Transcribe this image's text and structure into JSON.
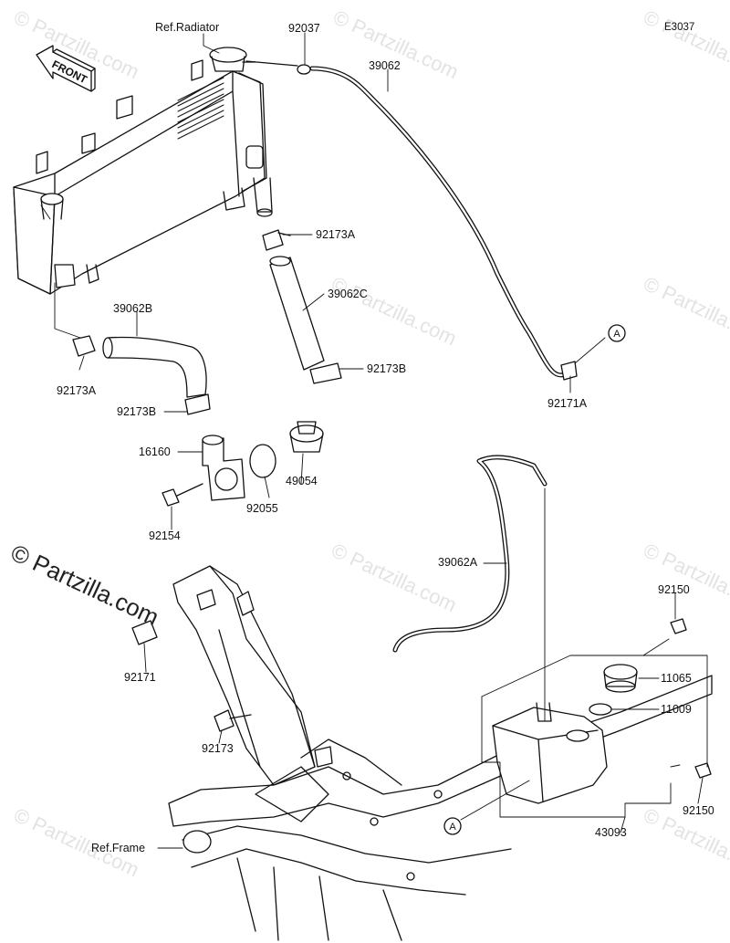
{
  "diagram": {
    "code": "E3037",
    "watermark": "© Partzilla.com",
    "front_label": "FRONT",
    "ref_labels": {
      "radiator": "Ref.Radiator",
      "frame": "Ref.Frame"
    },
    "callout_marker": "A",
    "part_labels": {
      "p92037": "92037",
      "p39062": "39062",
      "p92173A_top": "92173A",
      "p39062C": "39062C",
      "p92173B_right": "92173B",
      "p92171A": "92171A",
      "p39062B": "39062B",
      "p92173A_left": "92173A",
      "p92173B_left": "92173B",
      "p16160": "16160",
      "p92055": "92055",
      "p49054": "49054",
      "p92154": "92154",
      "p39062A": "39062A",
      "p92150_top": "92150",
      "p11065": "11065",
      "p11009": "11009",
      "p92171": "92171",
      "p92173": "92173",
      "p92150_bottom": "92150",
      "p43093": "43093"
    }
  }
}
